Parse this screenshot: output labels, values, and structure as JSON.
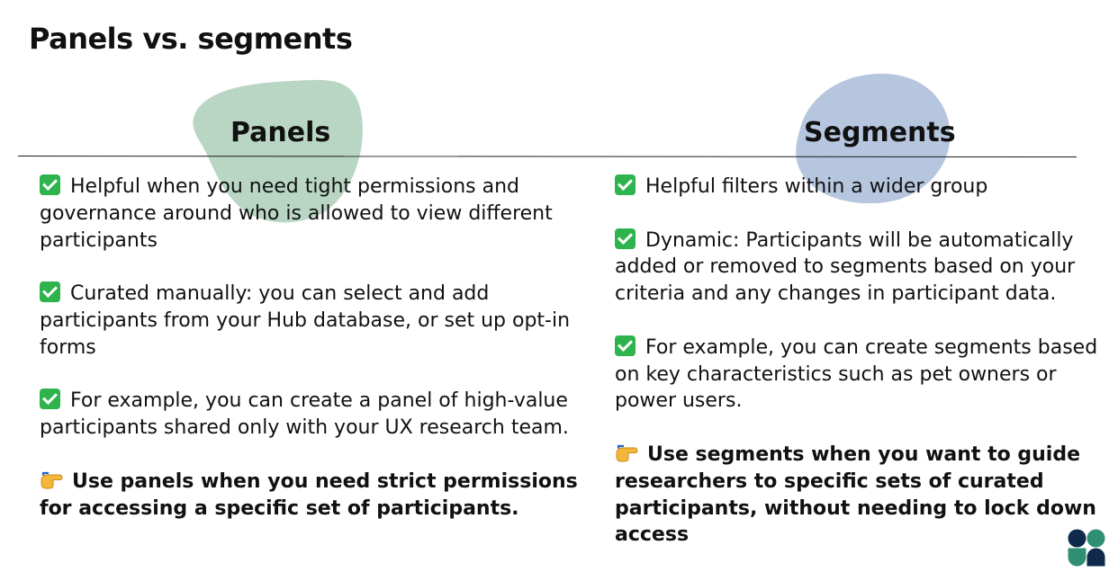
{
  "slide": {
    "title": "Panels vs. segments"
  },
  "panels": {
    "heading": "Panels",
    "points": [
      "Helpful when you need tight permissions and governance around who is allowed to view different participants",
      "Curated manually: you can select and add participants from your Hub database, or set up opt-in forms",
      "For example, you can create a panel of high-value participants shared only with your UX research team."
    ],
    "takeaway": "Use panels when you need strict permissions for accessing a specific set of participants."
  },
  "segments": {
    "heading": "Segments",
    "points": [
      "Helpful filters within a wider group",
      "Dynamic: Participants will be automatically added or removed to segments based on your criteria and any changes in participant data.",
      "For example, you can create segments based on key characteristics such as pet owners or power users."
    ],
    "takeaway": "Use segments when you want to guide researchers to specific sets of curated participants, without needing to lock down access"
  },
  "icons": {
    "point": "check-mark-button-icon",
    "takeaway": "backhand-index-pointing-right-icon",
    "brand": "brand-logo-icon"
  },
  "colors": {
    "panels_blob": "#b9d6c4",
    "segments_blob": "#b7c6df",
    "check": "#2eb34d",
    "logo_dark": "#0f2a4a",
    "logo_green": "#2f8f73"
  }
}
